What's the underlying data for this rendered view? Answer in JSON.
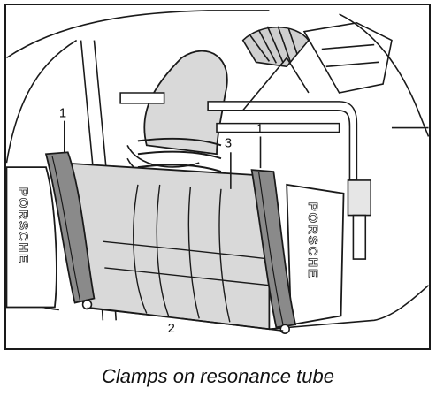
{
  "diagram": {
    "callouts": {
      "clamp_left": "1",
      "clamp_right": "1",
      "bottom": "2",
      "middle": "3"
    },
    "brand_text": "PORSCHE",
    "colors": {
      "line": "#1a1a1a",
      "tube_fill": "#d9d9d9",
      "clamp_fill": "#8a8a8a",
      "background": "#ffffff"
    }
  },
  "caption": "Clamps on resonance tube"
}
